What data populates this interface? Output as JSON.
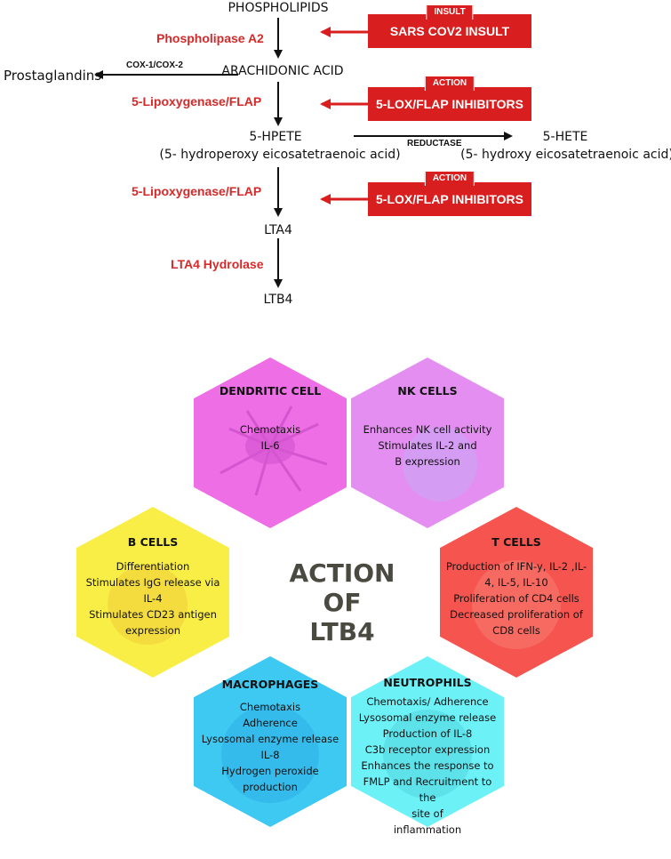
{
  "pathway": {
    "phospholipids": "PHOSPHOLIPIDS",
    "phospholipase": "Phospholipase A2",
    "arachidonic": "ARACHIDONIC ACID",
    "prostaglandins": "Prostaglandins",
    "cox_label": "COX-1/COX-2",
    "lox1": "5-Lipoxygenase/FLAP",
    "hpete": "5-HPETE",
    "hpete_full": "(5- hydroperoxy eicosatetraenoic acid)",
    "reductase": "REDUCTASE",
    "hete": "5-HETE",
    "hete_full": "(5- hydroxy eicosatetraenoic acid)",
    "lox2": "5-Lipoxygenase/FLAP",
    "lta4": "LTA4",
    "lta4_hydrolase": "LTA4 Hydrolase",
    "ltb4": "LTB4"
  },
  "callouts": [
    {
      "tag": "INSULT",
      "label": "SARS COV2 INSULT"
    },
    {
      "tag": "ACTION",
      "label": "5-LOX/FLAP INHIBITORS"
    },
    {
      "tag": "ACTION",
      "label": "5-LOX/FLAP INHIBITORS"
    }
  ],
  "center": {
    "line1": "ACTION",
    "line2": "OF",
    "line3": "LTB4"
  },
  "colors": {
    "accent_red": "#d81e1e",
    "dendritic": "#ee6ee6",
    "nk": "#e48ef2",
    "b_cells": "#f8ee46",
    "t_cells": "#f5544f",
    "macrophages": "#3ec9f2",
    "neutrophils": "#6cf1f7"
  },
  "cells": {
    "dendritic": {
      "title": "DENDRITIC CELL",
      "lines": [
        "Chemotaxis",
        "IL-6"
      ]
    },
    "nk": {
      "title": "NK CELLS",
      "lines": [
        "Enhances NK cell activity",
        "Stimulates IL-2 and",
        "B expression"
      ]
    },
    "b": {
      "title": "B CELLS",
      "lines": [
        "Differentiation",
        "Stimulates IgG release via",
        "IL-4",
        "Stimulates CD23 antigen",
        "expression"
      ]
    },
    "t": {
      "title": "T CELLS",
      "lines": [
        "Production of IFN-y, IL-2 ,IL-",
        "4, IL-5, IL-10",
        "Proliferation of CD4 cells",
        "Decreased proliferation of",
        "CD8 cells"
      ]
    },
    "macrophages": {
      "title": "MACROPHAGES",
      "lines": [
        "Chemotaxis",
        "Adherence",
        "Lysosomal enzyme release",
        "IL-8",
        "Hydrogen peroxide",
        "production"
      ]
    },
    "neutrophils": {
      "title": "NEUTROPHILS",
      "lines": [
        "Chemotaxis/ Adherence",
        "Lysosomal enzyme release",
        "Production of IL-8",
        "C3b receptor expression",
        "Enhances the response to",
        "FMLP and Recruitment to the",
        "site of",
        "inflammation"
      ]
    }
  }
}
